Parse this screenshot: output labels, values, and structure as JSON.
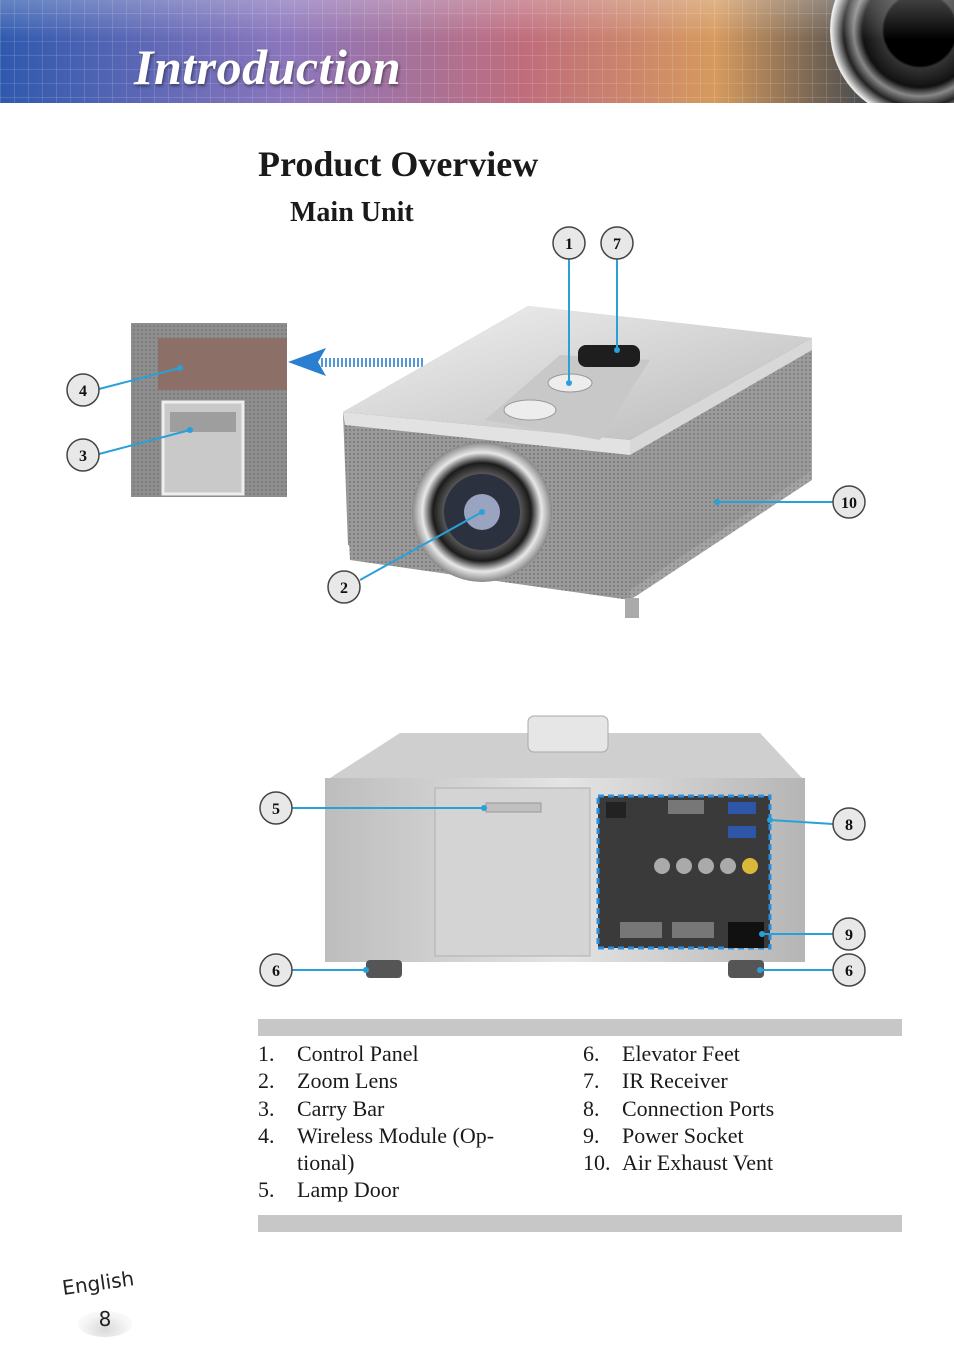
{
  "header": {
    "title": "Introduction"
  },
  "section": {
    "title": "Product Overview",
    "subtitle": "Main Unit"
  },
  "callouts": {
    "c1": "1",
    "c2": "2",
    "c3": "3",
    "c4": "4",
    "c5": "5",
    "c6a": "6",
    "c6b": "6",
    "c7": "7",
    "c8": "8",
    "c9": "9",
    "c10": "10"
  },
  "legend": {
    "left": [
      {
        "num": "1.",
        "text": "Control Panel"
      },
      {
        "num": "2.",
        "text": "Zoom Lens"
      },
      {
        "num": "3.",
        "text": "Carry Bar"
      },
      {
        "num": "4.",
        "text": "Wireless Module (Op-tional)"
      },
      {
        "num": "5.",
        "text": "Lamp Door"
      }
    ],
    "right": [
      {
        "num": "6.",
        "text": "Elevator Feet"
      },
      {
        "num": "7.",
        "text": "IR Receiver"
      },
      {
        "num": "8.",
        "text": "Connection Ports"
      },
      {
        "num": "9.",
        "text": "Power Socket"
      },
      {
        "num": "10.",
        "text": "Air Exhaust Vent"
      }
    ]
  },
  "footer": {
    "language": "English",
    "page": "8"
  },
  "colors": {
    "callout_line": "#2aa0d8",
    "bar": "#c7c7c7",
    "port_outline": "#2a8fe0"
  }
}
